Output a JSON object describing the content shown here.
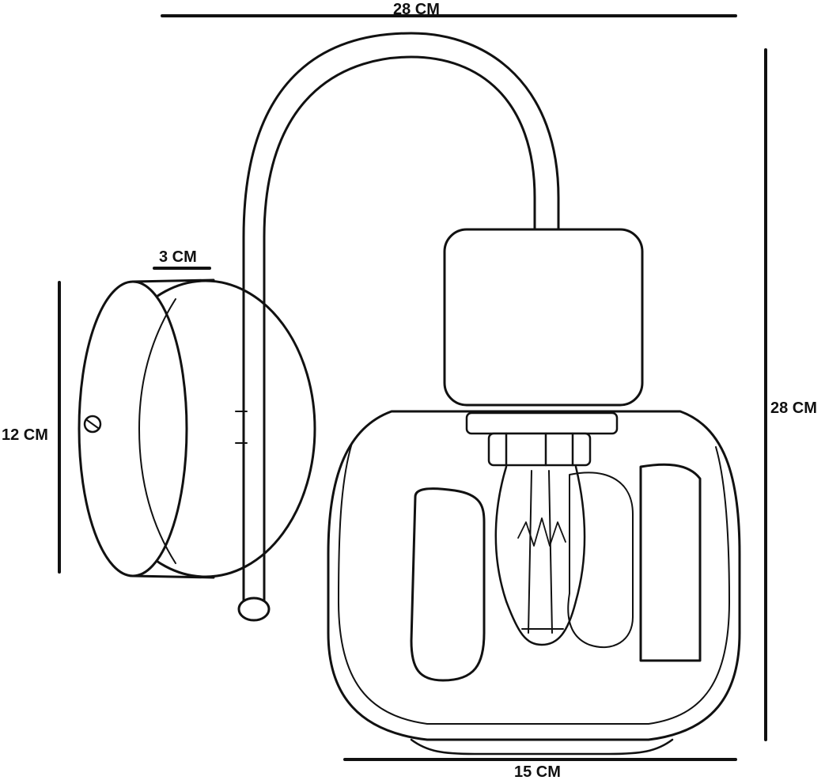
{
  "dimensions": {
    "overall_width": "28 CM",
    "base_depth": "3 CM",
    "base_height": "12 CM",
    "overall_height": "28 CM",
    "shade_width": "15 CM"
  },
  "colors": {
    "line": "#111111",
    "background": "#ffffff"
  }
}
